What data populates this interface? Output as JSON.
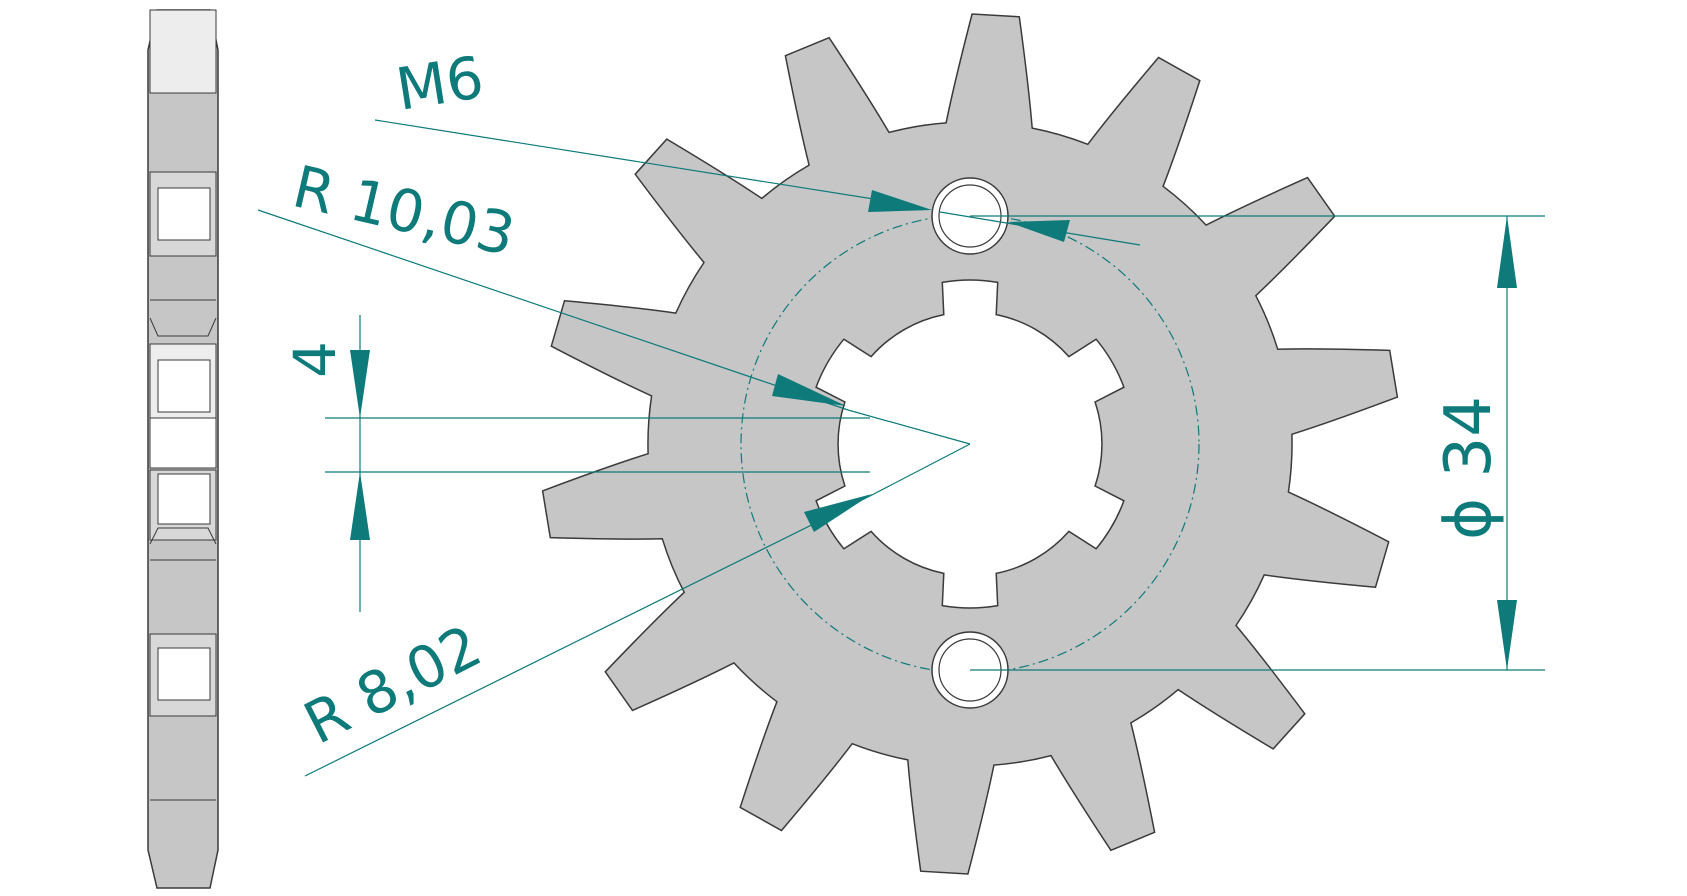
{
  "labels": {
    "thread": "M6",
    "outer_radius": "R 10,03",
    "inner_radius": "R 8,02",
    "key_width": "4",
    "bolt_circle": "ϕ 34"
  },
  "sprocket": {
    "teeth": 14
  },
  "colors": {
    "part_fill": "#c6c6c6",
    "part_stroke": "#3a3a3a",
    "dimension": "#0e7a7a",
    "background": "#ffffff"
  }
}
